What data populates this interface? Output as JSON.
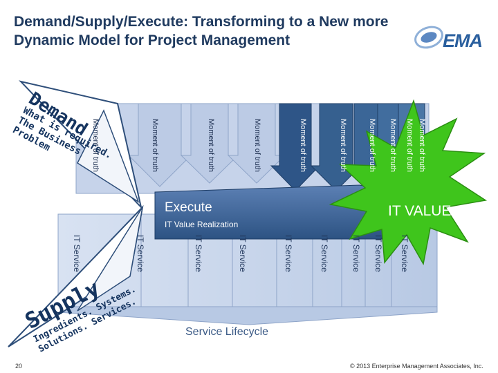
{
  "slide": {
    "title": "Demand/Supply/Execute:  Transforming to a New more Dynamic Model for Project Management",
    "logo_text": "EMA",
    "page_number": "20",
    "footer": "© 2013 Enterprise Management Associates, Inc."
  },
  "demand": {
    "title": "Demand",
    "subtitle": "What is required.\nThe Business\nProblem"
  },
  "supply": {
    "title": "Supply",
    "subtitle": "Ingredients. Systems.\nSolutions. Services."
  },
  "execute": {
    "title": "Execute",
    "subtitle": "IT Value Realization"
  },
  "moment_labels": [
    "Moment of truth",
    "Moment of truth",
    "Moment of truth",
    "Moment of truth",
    "Moment of truth",
    "Moment of truth",
    "Moment of truth",
    "Moment of truth",
    "Moment of truth",
    "Moment of truth"
  ],
  "service_labels": [
    "IT Service",
    "IT Service",
    "IT Service",
    "IT Service",
    "IT Service",
    "IT Service",
    "IT Service",
    "IT Service",
    "IT Service"
  ],
  "it_value": "IT VALUE",
  "lifecycle_label": "Service Lifecycle",
  "colors": {
    "title": "#1f3a5f",
    "arrow_dark": "#2f5584",
    "arrow_light": "#c6d3ea",
    "burst": "#3fc51c",
    "brand": "#2a5f9e"
  }
}
